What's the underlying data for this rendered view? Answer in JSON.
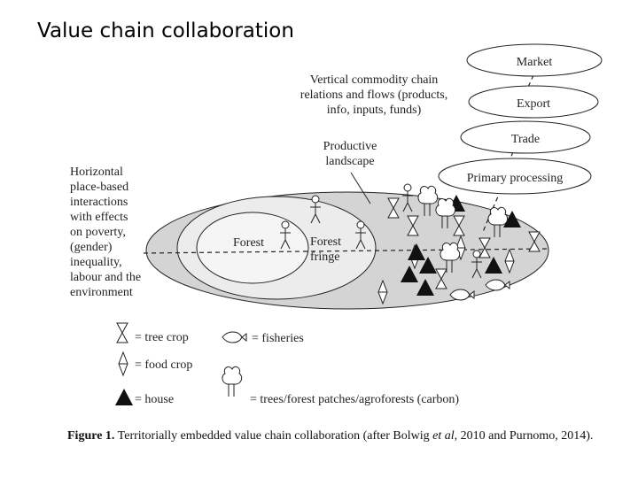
{
  "slide": {
    "title": "Value chain collaboration"
  },
  "chain": {
    "vertical_text": [
      "Vertical commodity chain",
      "relations and flows (products,",
      "info, inputs, funds)"
    ],
    "stages": [
      "Market",
      "Export",
      "Trade",
      "Primary processing"
    ]
  },
  "landscape": {
    "horizontal_text": [
      "Horizontal",
      "place-based",
      "interactions",
      "with effects",
      "on poverty,",
      "(gender)",
      "inequality,",
      "labour and the",
      "environment"
    ],
    "productive_landscape": [
      "Productive",
      "landscape"
    ],
    "forest": "Forest",
    "forest_fringe": [
      "Forest",
      "fringe"
    ]
  },
  "legend": {
    "tree_crop": "= tree crop",
    "fisheries": "= fisheries",
    "food_crop": "= food crop",
    "house": "= house",
    "trees": "= trees/forest patches/agroforests (carbon)"
  },
  "caption": {
    "label": "Figure 1.",
    "text_before": " Territorially embedded value chain collaboration (after Bolwig ",
    "et_al": "et al",
    "text_after": ", 2010 and Purnomo, 2014)."
  },
  "colors": {
    "outer_ellipse": "#d4d4d4",
    "inner_ellipse": "#ececec",
    "forest_ellipse": "#f5f5f5",
    "stroke": "#222222"
  }
}
